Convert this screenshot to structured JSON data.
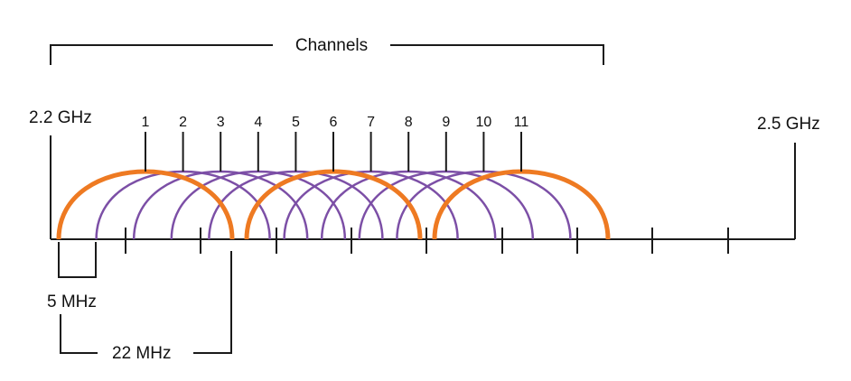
{
  "labels": {
    "channels": "Channels",
    "freq_start": "2.2 GHz",
    "freq_end": "2.5 GHz",
    "spacing": "5 MHz",
    "width": "22 MHz"
  },
  "channels": [
    {
      "number": "1",
      "highlighted": true
    },
    {
      "number": "2",
      "highlighted": false
    },
    {
      "number": "3",
      "highlighted": false
    },
    {
      "number": "4",
      "highlighted": false
    },
    {
      "number": "5",
      "highlighted": false
    },
    {
      "number": "6",
      "highlighted": true
    },
    {
      "number": "7",
      "highlighted": false
    },
    {
      "number": "8",
      "highlighted": false
    },
    {
      "number": "9",
      "highlighted": false
    },
    {
      "number": "10",
      "highlighted": false
    },
    {
      "number": "11",
      "highlighted": true
    }
  ],
  "colors": {
    "highlight": "#ee7a22",
    "channel": "#7c4fa6",
    "line": "#1a1a1a"
  }
}
